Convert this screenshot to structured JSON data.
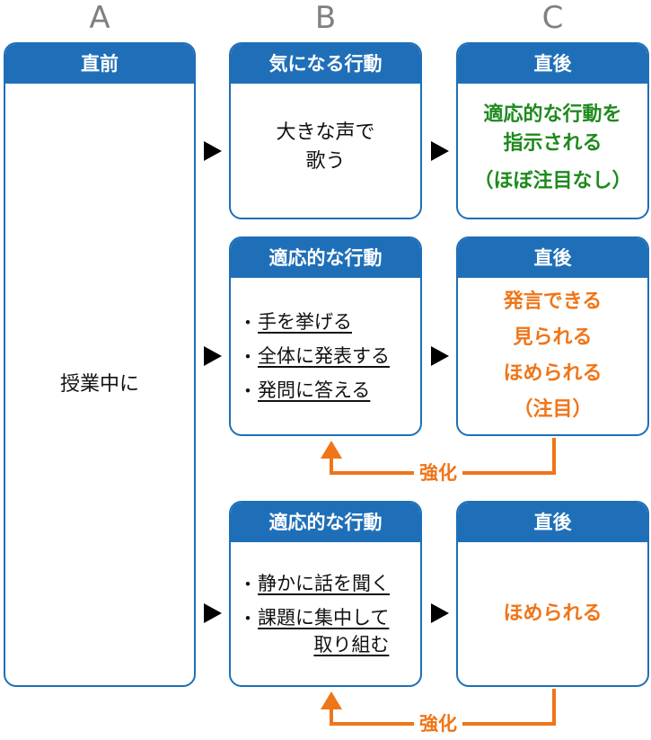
{
  "columns": [
    "A",
    "B",
    "C"
  ],
  "box_a": {
    "header": "直前",
    "text": "授業中に"
  },
  "row1": {
    "behavior": {
      "header": "気になる行動",
      "lines": [
        "大きな声で",
        "歌う"
      ]
    },
    "after": {
      "header": "直後",
      "lines": [
        "適応的な行動を",
        "指示される",
        "（ほぼ注目なし）"
      ]
    }
  },
  "row2": {
    "behavior": {
      "header": "適応的な行動",
      "items": [
        "手を挙げる",
        "全体に発表する",
        "発問に答える"
      ]
    },
    "after": {
      "header": "直後",
      "lines": [
        "発言できる",
        "見られる",
        "ほめられる",
        "（注目）"
      ]
    },
    "reinforce": "強化"
  },
  "row3": {
    "behavior": {
      "header": "適応的な行動",
      "items": [
        "静かに話を聞く"
      ],
      "item2_lines": [
        "課題に集中して",
        "取り組む"
      ]
    },
    "after": {
      "header": "直後",
      "lines": [
        "ほめられる"
      ]
    },
    "reinforce": "強化"
  },
  "bullet": "・",
  "colors": {
    "header_blue": "#1f6fb8",
    "green": "#1e8a1e",
    "orange": "#f07518"
  }
}
